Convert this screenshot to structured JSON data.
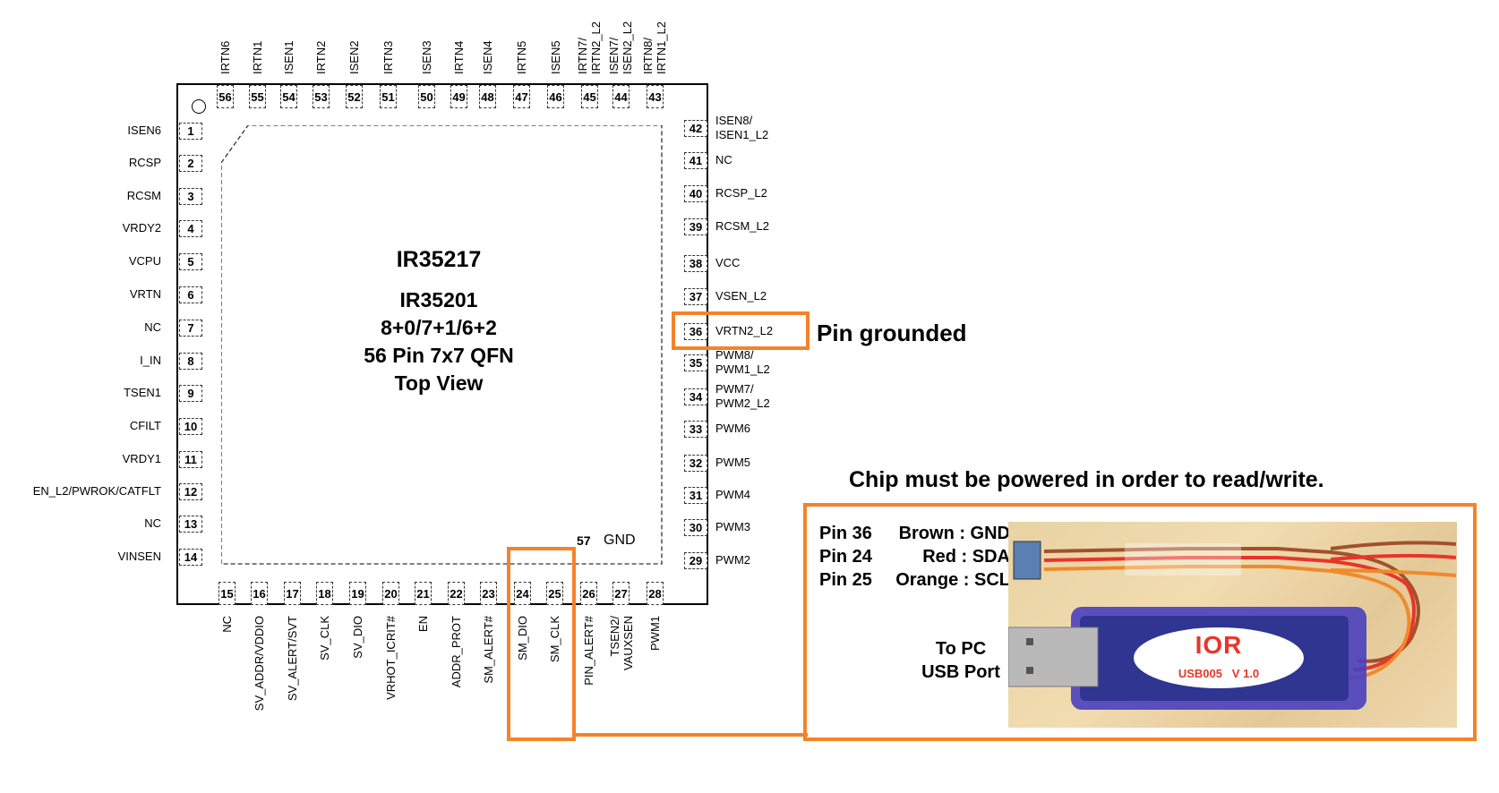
{
  "chip": {
    "part_number": "IR35217",
    "alt_part_number": "IR35201",
    "config": "8+0/7+1/6+2",
    "package": "56 Pin 7x7 QFN",
    "view": "Top View",
    "thermal_pad": {
      "number": "57",
      "name": "GND"
    }
  },
  "pins": {
    "left": [
      {
        "num": "1",
        "name": "ISEN6"
      },
      {
        "num": "2",
        "name": "RCSP"
      },
      {
        "num": "3",
        "name": "RCSM"
      },
      {
        "num": "4",
        "name": "VRDY2"
      },
      {
        "num": "5",
        "name": "VCPU"
      },
      {
        "num": "6",
        "name": "VRTN"
      },
      {
        "num": "7",
        "name": "NC"
      },
      {
        "num": "8",
        "name": "I_IN"
      },
      {
        "num": "9",
        "name": "TSEN1"
      },
      {
        "num": "10",
        "name": "CFILT"
      },
      {
        "num": "11",
        "name": "VRDY1"
      },
      {
        "num": "12",
        "name": "EN_L2/PWROK/CATFLT"
      },
      {
        "num": "13",
        "name": "NC"
      },
      {
        "num": "14",
        "name": "VINSEN"
      }
    ],
    "bottom": [
      {
        "num": "15",
        "name": "NC"
      },
      {
        "num": "16",
        "name": "SV_ADDR/VDDIO"
      },
      {
        "num": "17",
        "name": "SV_ALERT/SVT"
      },
      {
        "num": "18",
        "name": "SV_CLK"
      },
      {
        "num": "19",
        "name": "SV_DIO"
      },
      {
        "num": "20",
        "name": "VRHOT_ICRIT#"
      },
      {
        "num": "21",
        "name": "EN"
      },
      {
        "num": "22",
        "name": "ADDR_PROT"
      },
      {
        "num": "23",
        "name": "SM_ALERT#"
      },
      {
        "num": "24",
        "name": "SM_DIO"
      },
      {
        "num": "25",
        "name": "SM_CLK"
      },
      {
        "num": "26",
        "name": "PIN_ALERT#"
      },
      {
        "num": "27",
        "name": "TSEN2/",
        "name2": "VAUXSEN"
      },
      {
        "num": "28",
        "name": "PWM1"
      }
    ],
    "right": [
      {
        "num": "29",
        "name": "PWM2"
      },
      {
        "num": "30",
        "name": "PWM3"
      },
      {
        "num": "31",
        "name": "PWM4"
      },
      {
        "num": "32",
        "name": "PWM5"
      },
      {
        "num": "33",
        "name": "PWM6"
      },
      {
        "num": "34",
        "name": "PWM7/",
        "name2": "PWM2_L2"
      },
      {
        "num": "35",
        "name": "PWM8/",
        "name2": "PWM1_L2"
      },
      {
        "num": "36",
        "name": "VRTN2_L2"
      },
      {
        "num": "37",
        "name": "VSEN_L2"
      },
      {
        "num": "38",
        "name": "VCC"
      },
      {
        "num": "39",
        "name": "RCSM_L2"
      },
      {
        "num": "40",
        "name": "RCSP_L2"
      },
      {
        "num": "41",
        "name": "NC"
      },
      {
        "num": "42",
        "name": "ISEN8/",
        "name2": "ISEN1_L2"
      }
    ],
    "top": [
      {
        "num": "43",
        "name": "IRTN8/",
        "name2": "IRTN1_L2"
      },
      {
        "num": "44",
        "name": "ISEN7/",
        "name2": "ISEN2_L2"
      },
      {
        "num": "45",
        "name": "IRTN7/",
        "name2": "IRTN2_L2"
      },
      {
        "num": "46",
        "name": "ISEN5"
      },
      {
        "num": "47",
        "name": "IRTN5"
      },
      {
        "num": "48",
        "name": "ISEN4"
      },
      {
        "num": "49",
        "name": "IRTN4"
      },
      {
        "num": "50",
        "name": "ISEN3"
      },
      {
        "num": "51",
        "name": "IRTN3"
      },
      {
        "num": "52",
        "name": "ISEN2"
      },
      {
        "num": "53",
        "name": "IRTN2"
      },
      {
        "num": "54",
        "name": "ISEN1"
      },
      {
        "num": "55",
        "name": "IRTN1"
      },
      {
        "num": "56",
        "name": "IRTN6"
      }
    ]
  },
  "annotations": {
    "pin_grounded": "Pin grounded",
    "power_note": "Chip must be powered in order to read/write.",
    "wiring": [
      {
        "pin": "Pin 36",
        "wire": "Brown : GND"
      },
      {
        "pin": "Pin 24",
        "wire": "Red : SDA"
      },
      {
        "pin": "Pin 25",
        "wire": "Orange : SCL"
      }
    ],
    "usb_label_line1": "To PC",
    "usb_label_line2": "USB Port",
    "dongle_brand": "IOR",
    "dongle_model": "USB005   V 1.0"
  },
  "colors": {
    "highlight": "#f5822a",
    "dongle_body": "#4a3fc0",
    "brand_red": "#e8352a"
  }
}
